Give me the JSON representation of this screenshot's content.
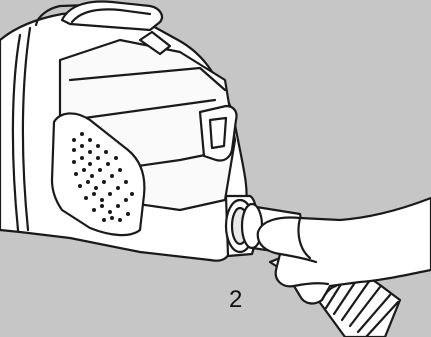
{
  "figure": {
    "step_number": "2",
    "background_color": "#c6c6c6",
    "line_color": "#1a1a1a",
    "fill_color": "#ffffff",
    "icons": [
      "vacuum-cleaner-body-illustration",
      "hand-illustration",
      "flexible-hose-illustration"
    ]
  }
}
